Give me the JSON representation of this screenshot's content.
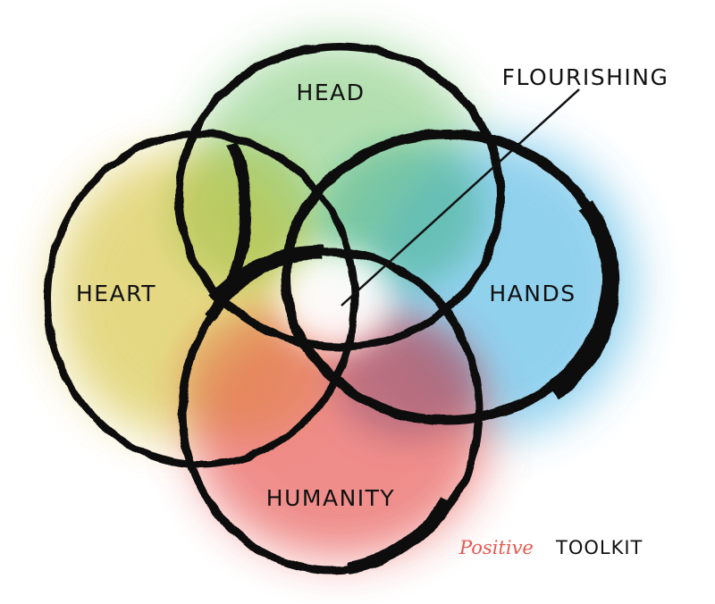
{
  "diagram": {
    "circles": [
      {
        "id": "head",
        "label": "HEAD",
        "color": "#7cc576"
      },
      {
        "id": "heart",
        "label": "HEART",
        "color": "#d6bf3a"
      },
      {
        "id": "hands",
        "label": "HANDS",
        "color": "#4fb3e2"
      },
      {
        "id": "humanity",
        "label": "HUMANITY",
        "color": "#e3403d"
      }
    ],
    "center_label": "FLOURISHING"
  },
  "brand": {
    "script": "Positive",
    "word": "TOOLKIT",
    "accent_color": "#e8584f"
  }
}
